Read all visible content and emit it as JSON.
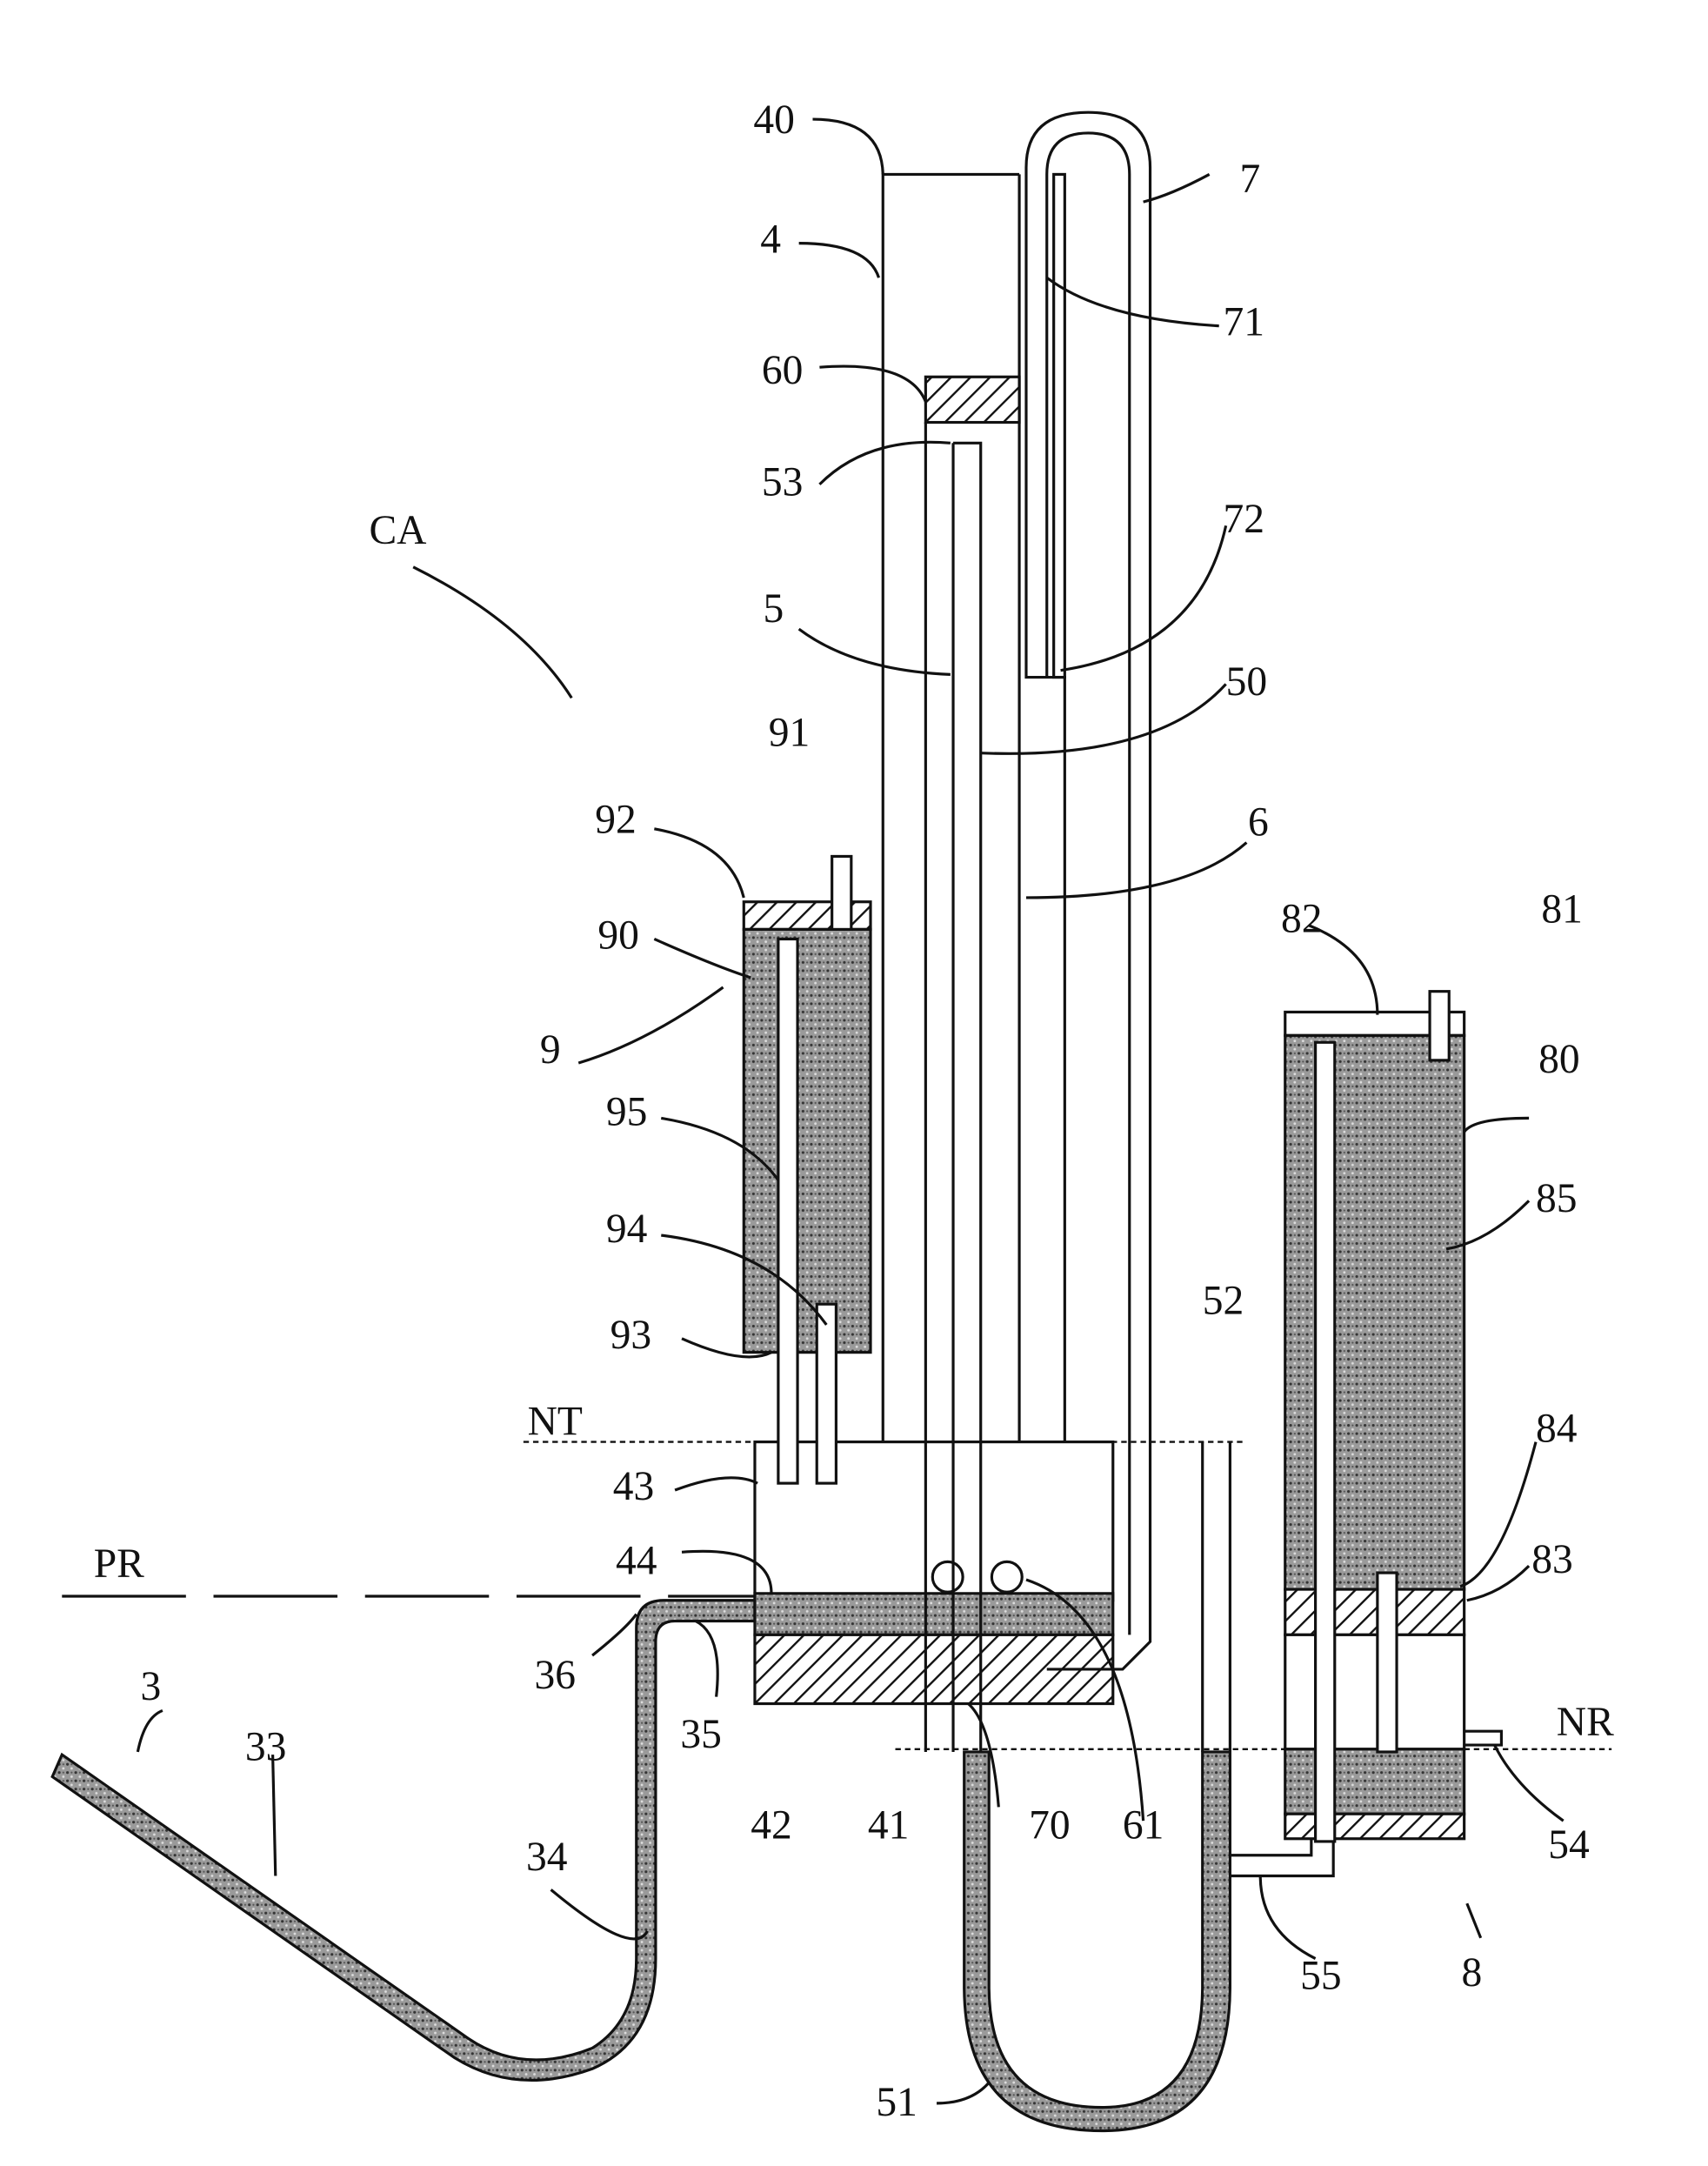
{
  "figure": {
    "labels": {
      "l40": "40",
      "l7": "7",
      "l4": "4",
      "l71": "71",
      "l60": "60",
      "l53": "53",
      "l72": "72",
      "lCA": "CA",
      "l5": "5",
      "l50": "50",
      "l91": "91",
      "l6": "6",
      "l92": "92",
      "l90": "90",
      "l82": "82",
      "l81": "81",
      "l9": "9",
      "l80": "80",
      "l95": "95",
      "l85": "85",
      "l94": "94",
      "l52": "52",
      "l93": "93",
      "l84": "84",
      "lNT": "NT",
      "l43": "43",
      "l83": "83",
      "lPR": "PR",
      "l44": "44",
      "l36": "36",
      "lNR": "NR",
      "l3": "3",
      "l33": "33",
      "l35": "35",
      "l42": "42",
      "l41": "41",
      "l70": "70",
      "l61": "61",
      "l54": "54",
      "l34": "34",
      "l55": "55",
      "l8": "8",
      "l51": "51"
    }
  }
}
